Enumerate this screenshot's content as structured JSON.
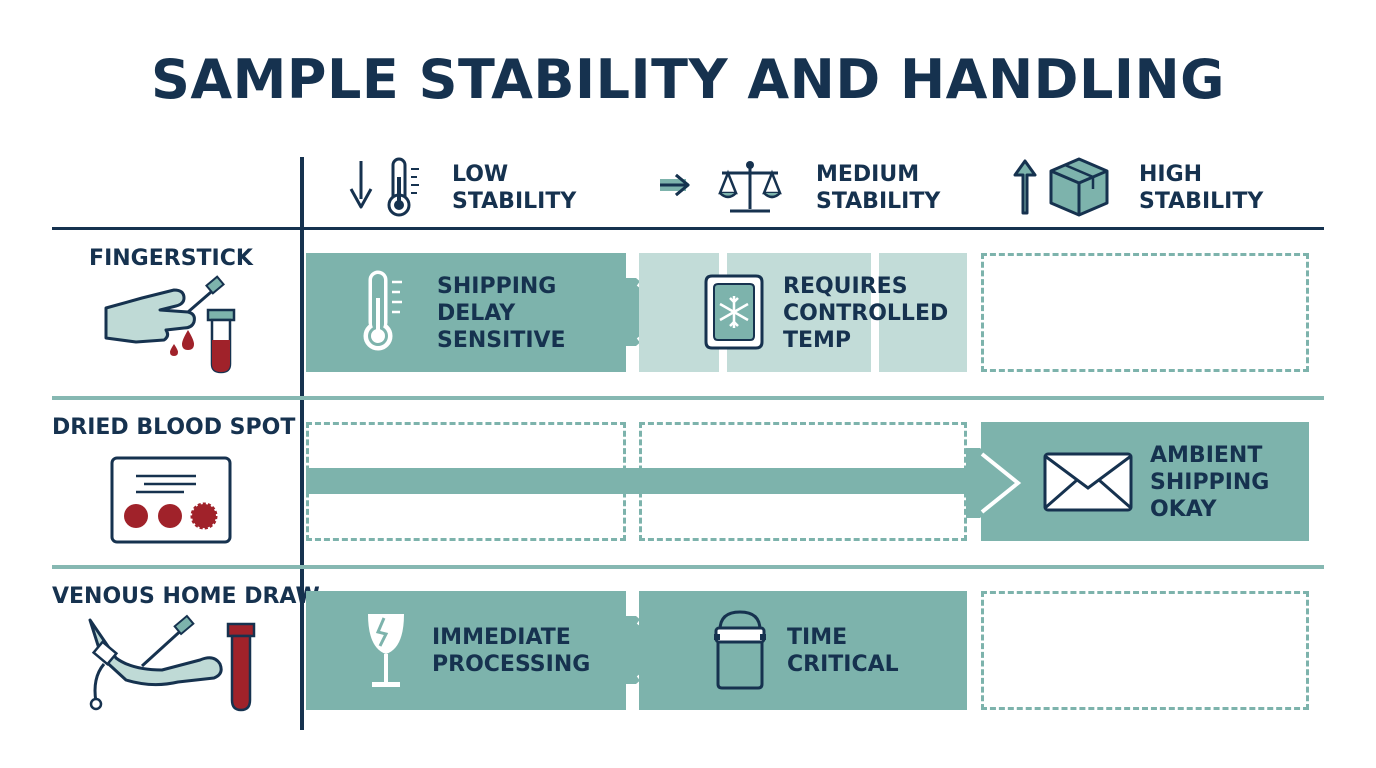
{
  "title": "SAMPLE STABILITY AND HANDLING",
  "columns": {
    "low": {
      "line1": "LOW",
      "line2": "STABILITY",
      "icon": "thermometer-down-icon"
    },
    "medium": {
      "line1": "MEDIUM",
      "line2": "STABILITY",
      "icon": "balance-scale-icon"
    },
    "high": {
      "line1": "HIGH",
      "line2": "STABILITY",
      "icon": "package-up-icon"
    }
  },
  "rows": {
    "fingerstick": {
      "label": "FINGERSTICK",
      "icon": "finger-prick-icon",
      "low": {
        "line1": "SHIPPING",
        "line2": "DELAY",
        "line3": "SENSITIVE",
        "icon": "thermometer-icon"
      },
      "medium": {
        "line1": "REQUIRES",
        "line2": "CONTROLLED",
        "line3": "TEMP",
        "icon": "ice-pack-icon"
      }
    },
    "dbs": {
      "label": "DRIED BLOOD SPOT",
      "icon": "blood-spot-card-icon",
      "high": {
        "line1": "AMBIENT",
        "line2": "SHIPPING",
        "line3": "OKAY",
        "icon": "envelope-icon"
      }
    },
    "venous": {
      "label": "VENOUS HOME DRAW",
      "icon": "venous-draw-icon",
      "low": {
        "line1": "IMMEDIATE",
        "line2": "PROCESSING",
        "icon": "fragile-glass-icon"
      },
      "medium": {
        "line1": "TIME",
        "line2": "CRITICAL",
        "icon": "cooler-icon"
      }
    }
  },
  "colors": {
    "navy": "#16324f",
    "teal": "#7db3ac",
    "teal_light": "#c2dcd8",
    "red": "#a0222a"
  }
}
